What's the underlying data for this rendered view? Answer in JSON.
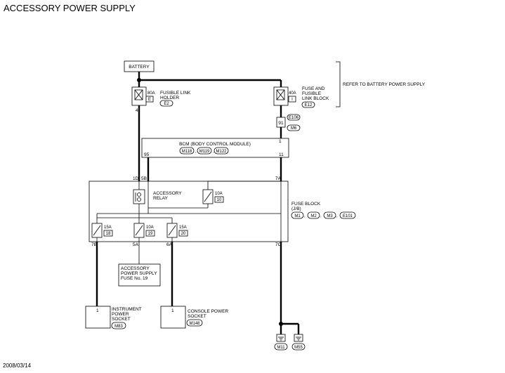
{
  "title": "ACCESSORY POWER SUPPLY",
  "date": "2008/03/14",
  "battery_label": "BATTERY",
  "refer_note": "REFER TO BATTERY POWER SUPPLY",
  "fusible_link_holder": {
    "rating": "80A",
    "num": "E",
    "label_1": "FUSIBLE LINK",
    "label_2": "HOLDER",
    "connector": "E2",
    "pin": "4"
  },
  "fusible_link_block": {
    "rating": "40A",
    "num": "I",
    "label_1": "FUSE AND",
    "label_2": "FUSIBLE",
    "label_3": "LINK BLOCK",
    "connector": "E12",
    "pin": "91",
    "joint_connector_1": "E106",
    "joint_connector_2": "M6"
  },
  "bcm": {
    "label": "BCM (BODY CONTROL MODULE)",
    "connectors": [
      "M118",
      "M119",
      "M122"
    ],
    "pin_top": "1",
    "pin_left": "95",
    "pin_right": "11"
  },
  "fuse_block": {
    "label_1": "FUSE BLOCK",
    "label_2": "(J/B)",
    "connectors": [
      "M1",
      "M2",
      "M3",
      "E101"
    ],
    "pin_1d": "1D",
    "pin_5b": "5B",
    "pin_7a": "7A",
    "pin_7b": "7B",
    "pin_5a": "5A",
    "pin_6a": "6A",
    "pin_7c": "7C",
    "relay_label_1": "ACCESSORY",
    "relay_label_2": "RELAY",
    "fuse_10": {
      "rating": "10A",
      "num": "10"
    },
    "fuse_18": {
      "rating": "15A",
      "num": "18"
    },
    "fuse_19": {
      "rating": "10A",
      "num": "19"
    },
    "fuse_20": {
      "rating": "15A",
      "num": "20"
    }
  },
  "fuse_note": {
    "line_1": "ACCESSORY",
    "line_2": "POWER SUPPLY",
    "line_3": "FUSE No. 19"
  },
  "instrument_socket": {
    "pin": "1",
    "label_1": "INSTRUMENT",
    "label_2": "POWER",
    "label_3": "SOCKET",
    "connector": "M83"
  },
  "console_socket": {
    "pin": "1",
    "label_1": "CONSOLE POWER",
    "label_2": "SOCKET",
    "connector": "M148"
  },
  "grounds": [
    "M11",
    "M55"
  ]
}
